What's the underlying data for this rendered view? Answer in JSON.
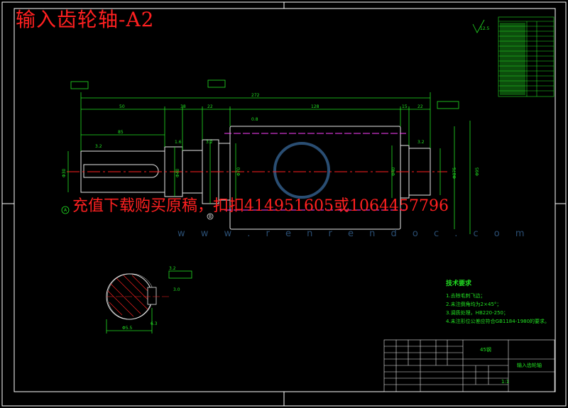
{
  "title": "输入齿轮轴-A2",
  "promo": "充值下载购买原稿，扣扣414951605或1064457796",
  "watermark_url": "w w w . r e n r e n d o c . c o m",
  "dimensions": {
    "total_length": "272",
    "d50": "50",
    "d38": "38",
    "d22a": "22",
    "d128": "128",
    "d15": "15",
    "d22b": "22",
    "d85": "85",
    "dia_a": "Φ30",
    "dia_b": "Φ40",
    "dia_c": "Φ70",
    "dia_d": "Φ40",
    "dia_e": "Φ875",
    "dia_right": "Φ95",
    "section_width": "Φ5.5",
    "section_depth": "3.0"
  },
  "roughness": {
    "r1": "3.2",
    "r2": "1.6",
    "r3": "3.2",
    "r4": "0.8",
    "r5": "3.2",
    "r6": "6.3",
    "r7": "3.2",
    "corner": "12.5"
  },
  "datum_labels": {
    "a": "A",
    "b": "B"
  },
  "tech_requirements": {
    "heading": "技术要求",
    "items": [
      "1.去除毛刺飞边；",
      "2.未注倒角均为2×45°；",
      "3.调质处理，HB220-250；",
      "4.未注形位公差应符合GB1184-1980的要求。"
    ]
  },
  "title_block": {
    "part_name": "输入齿轮轴",
    "scale": "1:1",
    "material": "45钢"
  },
  "colors": {
    "background": "#000000",
    "frame": "#ffffff",
    "outline": "#e8e8e8",
    "dimension": "#22e022",
    "centerline": "#ff2020",
    "pitch": "#ff40ff",
    "hatch": "#ff2020",
    "watermark": "#2a4e73"
  }
}
